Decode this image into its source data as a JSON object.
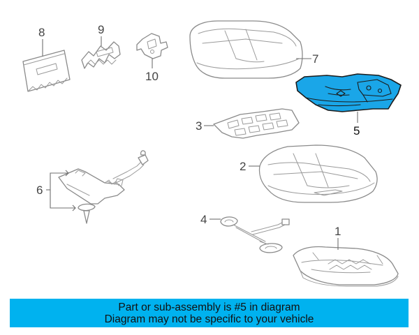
{
  "callouts": {
    "c1": "1",
    "c2": "2",
    "c3": "3",
    "c4": "4",
    "c5": "5",
    "c6": "6",
    "c7": "7",
    "c8": "8",
    "c9": "9",
    "c10": "10"
  },
  "highlighted_part": "5",
  "colors": {
    "highlight": "#1aa6e8",
    "banner": "#00b2ef",
    "line": "#8a8a8a"
  },
  "banner": {
    "line1": "Part or sub-assembly is #5 in diagram",
    "line2": "Diagram may not be specific to your vehicle"
  }
}
